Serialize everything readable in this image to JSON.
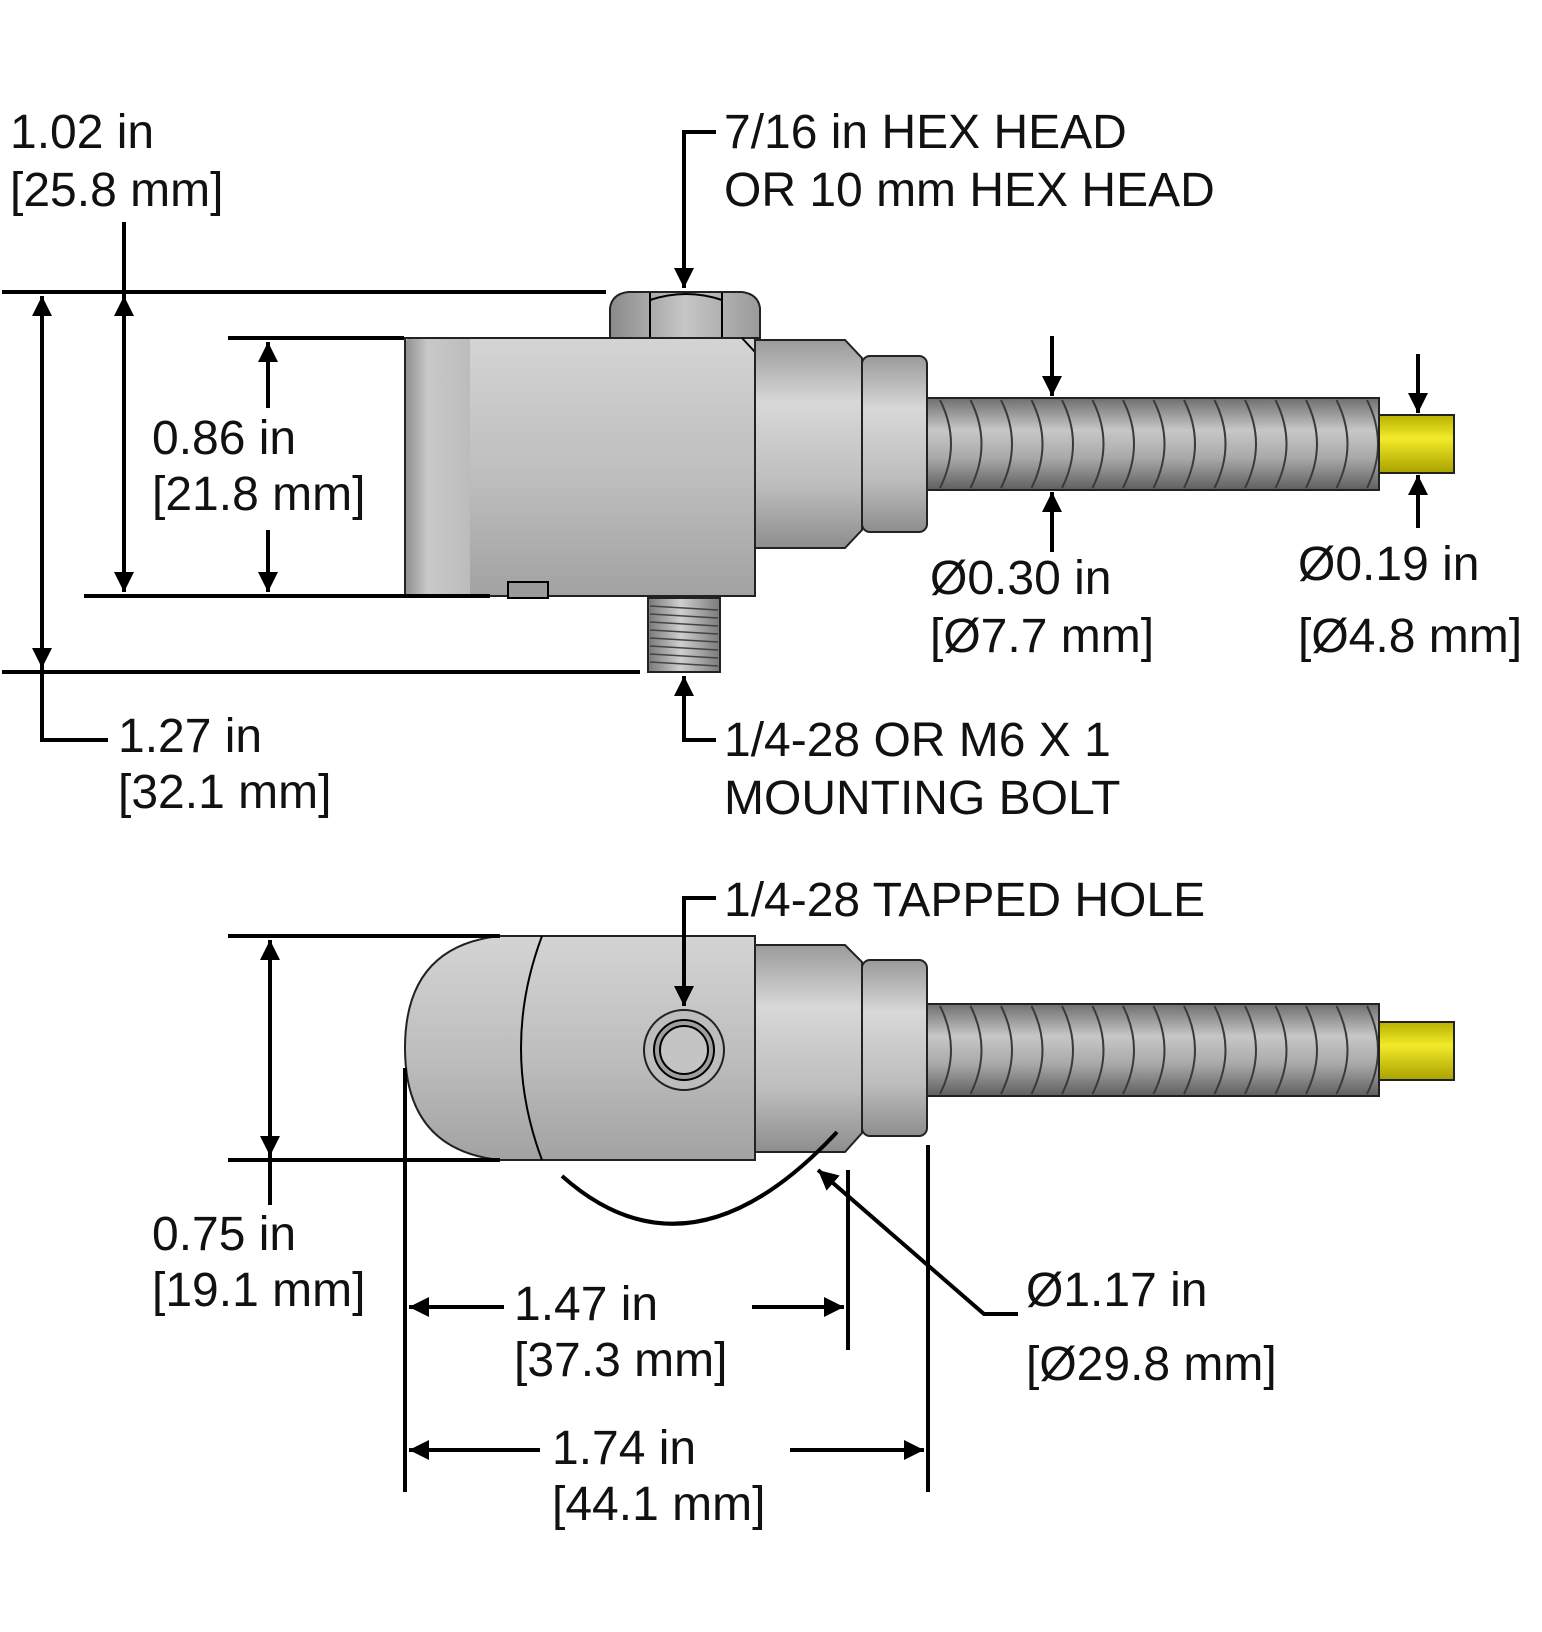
{
  "colors": {
    "metal": "#b9b9b9",
    "metal_dark": "#8c8c8c",
    "cable_jacket": "#e6e020",
    "line": "#000000"
  },
  "side_view": {
    "hex_head": {
      "line1": "7/16 in HEX HEAD",
      "line2": "OR 10 mm HEX HEAD"
    },
    "mounting_bolt": {
      "line1": "1/4-28 OR M6 X 1",
      "line2": "MOUNTING BOLT"
    },
    "dim_total_height": {
      "in": "1.27 in",
      "mm": "[32.1 mm]"
    },
    "dim_upper_height": {
      "in": "1.02 in",
      "mm": "[25.8 mm]"
    },
    "dim_body_height": {
      "in": "0.86 in",
      "mm": "[21.8 mm]"
    },
    "dim_armor_dia": {
      "in": "Ø0.30 in",
      "mm": "[Ø7.7 mm]"
    },
    "dim_cable_dia": {
      "in": "Ø0.19 in",
      "mm": "[Ø4.8 mm]"
    }
  },
  "top_view": {
    "tapped_hole": "1/4-28 TAPPED HOLE",
    "dim_width": {
      "in": "0.75 in",
      "mm": "[19.1 mm]"
    },
    "dim_length_short": {
      "in": "1.47 in",
      "mm": "[37.3 mm]"
    },
    "dim_length_long": {
      "in": "1.74 in",
      "mm": "[44.1 mm]"
    },
    "dim_swing_dia": {
      "in": "Ø1.17 in",
      "mm": "[Ø29.8 mm]"
    }
  }
}
